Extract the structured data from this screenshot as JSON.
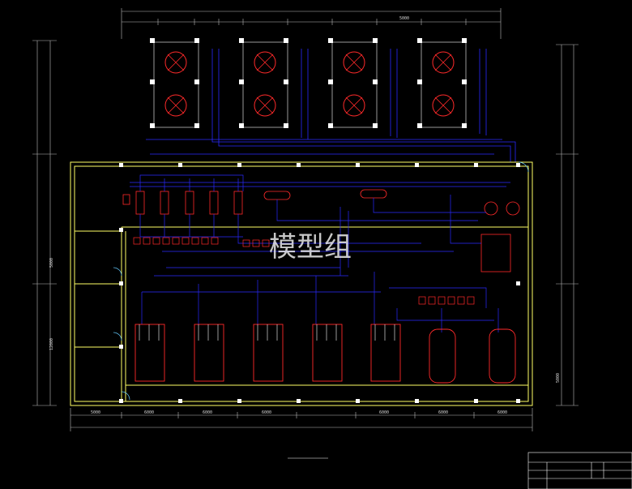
{
  "drawing": {
    "watermark": "模型组",
    "top_dims": {
      "overall_left": "5000"
    },
    "bottom_dims": [
      "5000",
      "6000",
      "6000",
      "6000",
      "6000",
      "6000",
      "6000"
    ],
    "left_dims": [
      "5000",
      "12000"
    ],
    "right_dims": [
      "5000"
    ],
    "colors": {
      "wall": "#ffff66",
      "pipe": "#2a2aff",
      "equipment": "#ff2a2a",
      "dimension": "#c8c8c8",
      "background": "#000000"
    }
  }
}
